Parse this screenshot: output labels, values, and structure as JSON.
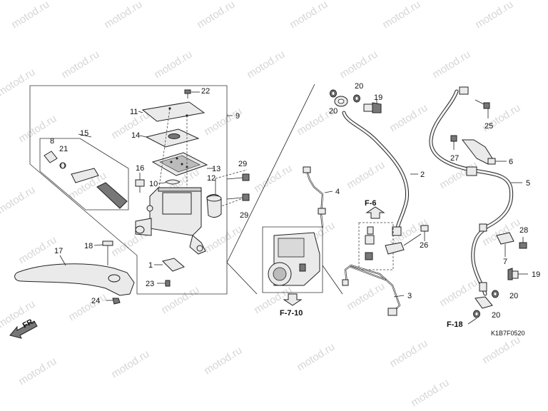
{
  "watermark": "motod.ru",
  "diagram_code": "K1B7F0520",
  "direction_label": "FR.",
  "references": {
    "ref_f6": "F-6",
    "ref_f710": "F-7-10",
    "ref_f18": "F-18"
  },
  "callouts": {
    "c1": "1",
    "c2": "2",
    "c3": "3",
    "c4": "4",
    "c5": "5",
    "c6": "6",
    "c7": "7",
    "c8": "8",
    "c9": "9",
    "c10": "10",
    "c11": "11",
    "c12": "12",
    "c13": "13",
    "c14": "14",
    "c15": "15",
    "c16": "16",
    "c17": "17",
    "c18": "18",
    "c19a": "19",
    "c19b": "19",
    "c20a": "20",
    "c20b": "20",
    "c20c": "20",
    "c20d": "20",
    "c21": "21",
    "c22": "22",
    "c23": "23",
    "c24": "24",
    "c25": "25",
    "c26": "26",
    "c27": "27",
    "c28": "28",
    "c29a": "29",
    "c29b": "29"
  }
}
